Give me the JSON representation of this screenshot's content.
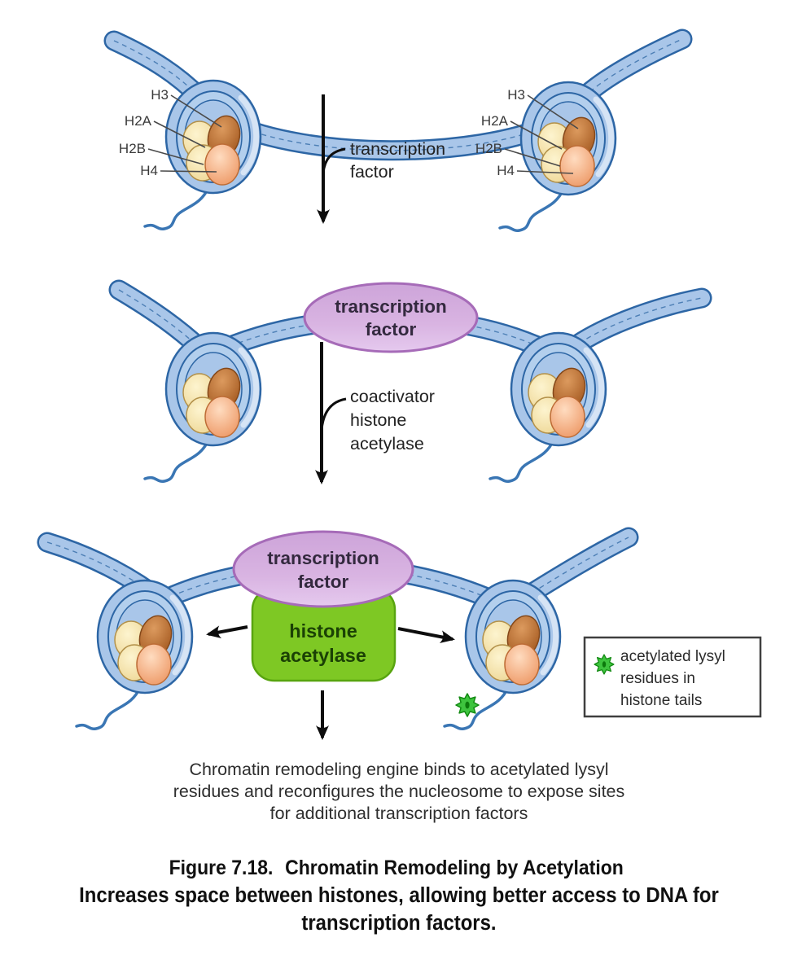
{
  "figure": {
    "panel1": {
      "arrow_label": [
        "transcription",
        "factor"
      ],
      "nucleosome_left": {
        "histones": [
          "H3",
          "H2A",
          "H2B",
          "H4"
        ]
      },
      "nucleosome_right": {
        "histones": [
          "H3",
          "H2A",
          "H2B",
          "H4"
        ]
      }
    },
    "panel2": {
      "tf_label": [
        "transcription",
        "factor"
      ],
      "arrow_label": [
        "coactivator",
        "histone",
        "acetylase"
      ]
    },
    "panel3": {
      "tf_label": [
        "transcription",
        "factor"
      ],
      "enzyme_label": [
        "histone",
        "acetylase"
      ],
      "legend": {
        "lines": [
          "acetylated lysyl",
          "residues in",
          "histone tails"
        ]
      }
    },
    "caption": {
      "lines": [
        "Chromatin remodeling engine binds to acetylated lysyl",
        "residues and reconfigures the nucleosome to expose sites",
        "for additional transcription factors"
      ]
    },
    "figure_caption": {
      "title_prefix": "Figure 7.18.",
      "title_text": "Chromatin Remodeling by Acetylation",
      "subtitle_lines": [
        "Increases space between histones, allowing better access to DNA for",
        "transcription factors."
      ]
    },
    "colors": {
      "dna_fill": "#a9c6e9",
      "dna_stroke": "#2d66a5",
      "histone_cream": "#f3dfa2",
      "histone_brown": "#bc6b2e",
      "histone_salmon": "#f2a379",
      "tf_purple": "#d5aede",
      "tf_border": "#a66bb8",
      "enzyme_green": "#7ec824",
      "acetyl_green": "#3ec43e"
    }
  }
}
